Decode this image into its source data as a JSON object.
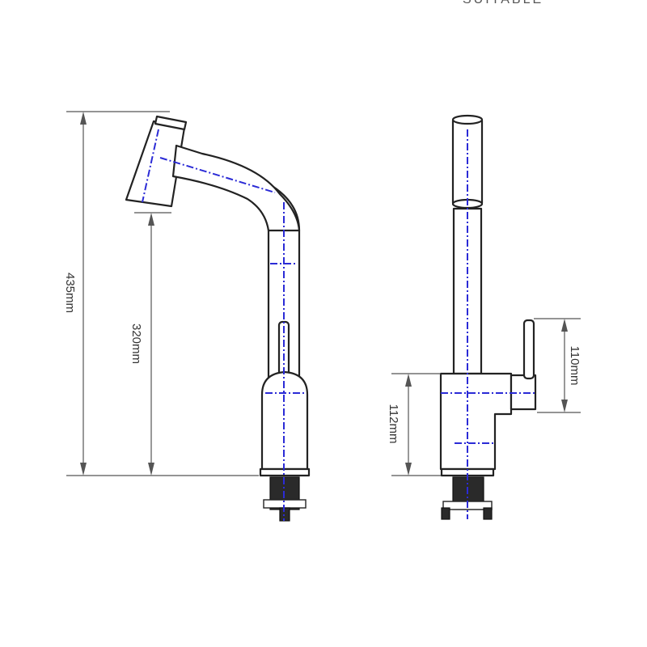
{
  "top_caption": "SUITABLE",
  "dimensions": {
    "total_height": "435mm",
    "spout_height": "320mm",
    "handle_height": "110mm",
    "base_height": "112mm"
  },
  "colors": {
    "outline": "#222222",
    "centerline": "#2b2bd6",
    "dimension": "#555555"
  }
}
